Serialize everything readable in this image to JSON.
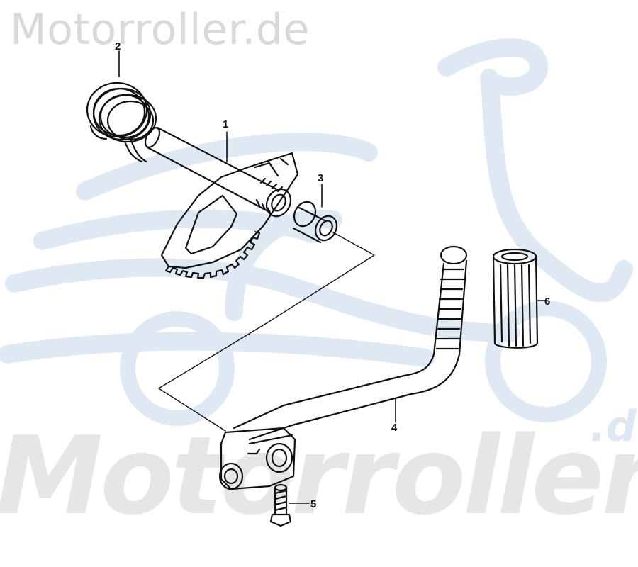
{
  "watermark": {
    "top_text": "Motorroller.de",
    "big_text": "Motorroller",
    "suffix_text": ".de",
    "scooter_logo_color": "#dfe9f3",
    "text_color": "#d9d9d9"
  },
  "diagram": {
    "line_color": "#111111",
    "callouts": [
      {
        "number": "1"
      },
      {
        "number": "2"
      },
      {
        "number": "3"
      },
      {
        "number": "4"
      },
      {
        "number": "5"
      },
      {
        "number": "6"
      }
    ]
  }
}
